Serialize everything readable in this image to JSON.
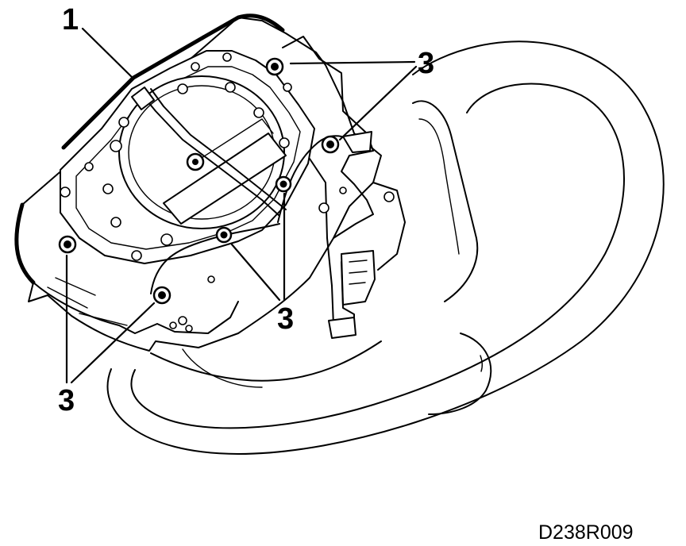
{
  "figure": {
    "callouts": [
      {
        "label": "1"
      },
      {
        "label": "3"
      },
      {
        "label": "3"
      },
      {
        "label": "3"
      }
    ],
    "code": "D238R009"
  },
  "colors": {
    "stroke": "#000000",
    "background": "#ffffff"
  }
}
